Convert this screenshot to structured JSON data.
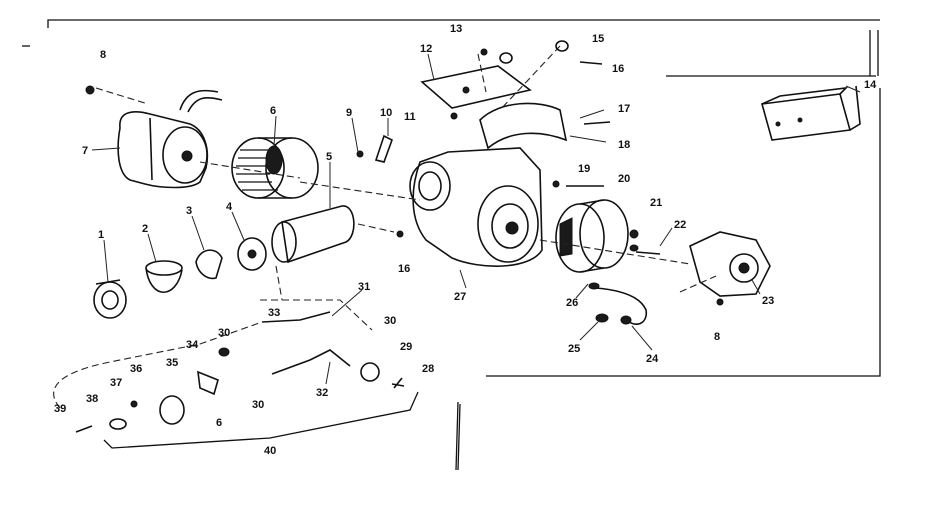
{
  "callouts": {
    "c1": "1",
    "c2": "2",
    "c3": "3",
    "c4": "4",
    "c5": "5",
    "c6": "6",
    "c7": "7",
    "c8a": "8",
    "c8b": "8",
    "c9": "9",
    "c10": "10",
    "c11": "11",
    "c12": "12",
    "c13": "13",
    "c14": "14",
    "c15": "15",
    "c16a": "16",
    "c16b": "16",
    "c17": "17",
    "c18": "18",
    "c19": "19",
    "c20": "20",
    "c21": "21",
    "c22": "22",
    "c23": "23",
    "c24": "24",
    "c25": "25",
    "c26": "26",
    "c27": "27",
    "c28": "28",
    "c29": "29",
    "c30a": "30",
    "c30b": "30",
    "c30c": "30",
    "c31": "31",
    "c32": "32",
    "c33": "33",
    "c34": "34",
    "c35": "35",
    "c36": "36",
    "c37": "37",
    "c38": "38",
    "c39": "39",
    "c40": "40",
    "c6b": "6"
  }
}
